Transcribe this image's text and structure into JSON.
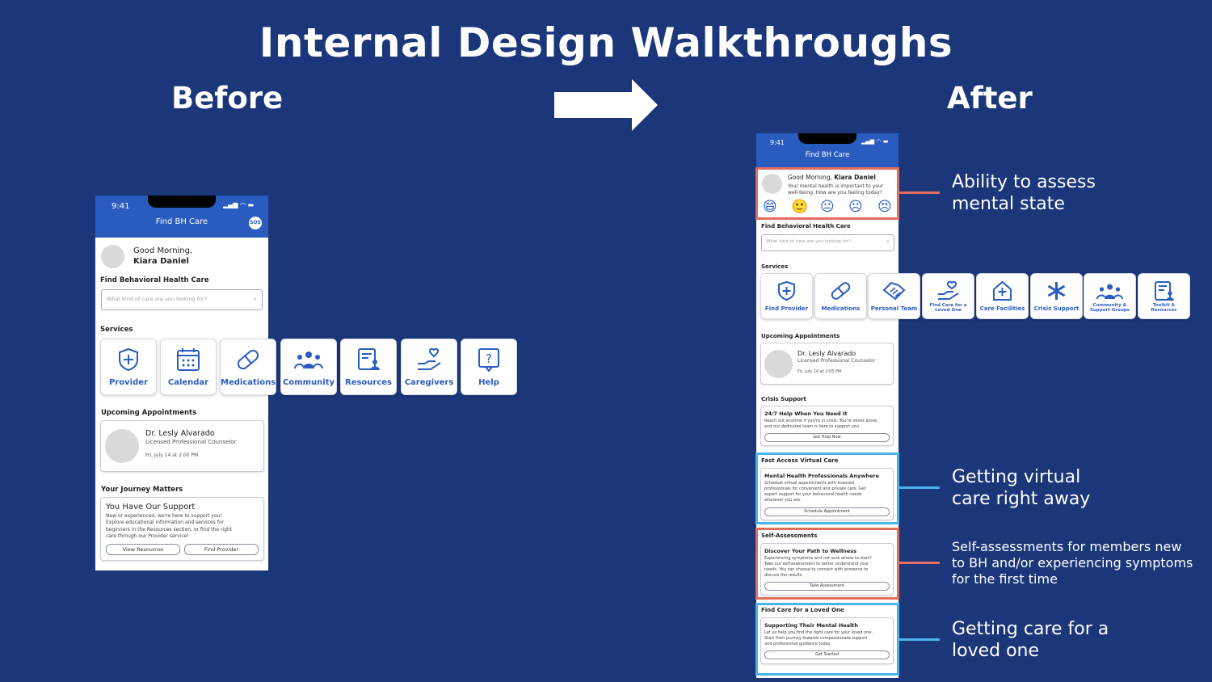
{
  "slide": {
    "title": "Internal Design Walkthroughs",
    "before_label": "Before",
    "after_label": "After"
  },
  "before": {
    "time": "9:41",
    "app_title": "Find BH Care",
    "sos": "SOS",
    "greeting": "Good Morning,",
    "user_name": "Kiara Daniel",
    "find_label": "Find Behavioral Health Care",
    "search_placeholder": "What kind of care are you looking for?",
    "services_label": "Services",
    "services": [
      {
        "label": "Provider",
        "icon": "shield-plus-icon"
      },
      {
        "label": "Calendar",
        "icon": "calendar-icon"
      },
      {
        "label": "Medications",
        "icon": "pill-icon"
      },
      {
        "label": "Community",
        "icon": "people-group-icon"
      },
      {
        "label": "Resources",
        "icon": "document-person-icon"
      },
      {
        "label": "Caregivers",
        "icon": "hand-heart-icon"
      },
      {
        "label": "Help",
        "icon": "help-icon"
      }
    ],
    "appointments_label": "Upcoming Appointments",
    "appointment": {
      "name": "Dr. Lesly Alvarado",
      "role": "Licensed Professional Counselor",
      "time": "Fri, July 14 at 2:00 PM"
    },
    "journey_label": "Your Journey Matters",
    "journey_card": {
      "title": "You Have Our Support",
      "body": [
        "New or experienced, we're here to support you!",
        "Explore educational information and services for",
        "beginners in the Resources section, or find the right",
        "care through our Provider service!"
      ],
      "btn1": "View Resources",
      "btn2": "Find Provider"
    }
  },
  "after": {
    "time": "9:41",
    "app_title": "Find BH Care",
    "greeting": "Good Morning, ",
    "user_name": "Kiara Daniel",
    "mood_prompt": [
      "Your mental health is important to your",
      "well-being. How are you feeling today?"
    ],
    "mood_faces": [
      "😄",
      "🙂",
      "😐",
      "☹",
      "😣"
    ],
    "find_label": "Find Behavioral Health Care",
    "search_placeholder": "What kind of care are you looking for?",
    "services_label": "Services",
    "services": [
      {
        "label": "Find Provider",
        "icon": "shield-plus-icon"
      },
      {
        "label": "Medications",
        "icon": "pill-icon"
      },
      {
        "label": "Personal Team",
        "icon": "handshake-icon"
      },
      {
        "label": "Find Care for a Loved One",
        "icon": "hand-heart-icon"
      },
      {
        "label": "Care Facilities",
        "icon": "house-plus-icon"
      },
      {
        "label": "Crisis Support",
        "icon": "asterisk-icon"
      },
      {
        "label": "Community & Support Groups",
        "icon": "people-group-icon"
      },
      {
        "label": "Toolkit & Resources",
        "icon": "document-person-icon"
      }
    ],
    "appointments_label": "Upcoming Appointments",
    "appointment": {
      "name": "Dr. Lesly Alvarado",
      "role": "Licensed Professional Counselor",
      "time": "Fri, July 14 at 2:00 PM"
    },
    "crisis_label": "Crisis Support",
    "crisis_card": {
      "title": "24/7 Help When You Need It",
      "body": [
        "Reach out anytime if you're in crisis. You're never alone,",
        "and our dedicated team is here to support you."
      ],
      "btn": "Get Help Now"
    },
    "virtual_label": "Fast Access Virtual Care",
    "virtual_card": {
      "title": "Mental Health Professionals Anywhere",
      "body": [
        "Schedule virtual appointments with licensed",
        "professionals for convenient and private care. Get",
        "expert support for your behavioral health needs",
        "wherever you are."
      ],
      "btn": "Schedule Appointment"
    },
    "self_label": "Self-Assessments",
    "self_card": {
      "title": "Discover Your Path to Wellness",
      "body": [
        "Experiencing symptoms and not sure where to start?",
        "Take our self-assessment to better understand your",
        "needs. You can choose to connect with someone to",
        "discuss the results."
      ],
      "btn": "Take Assessment"
    },
    "loved_label": "Find Care for a Loved One",
    "loved_card": {
      "title": "Supporting Their Mental Health",
      "body": [
        "Let us help you find the right care for your loved one.",
        "Start their journey towards compassionate support",
        "and professional guidance today."
      ],
      "btn": "Get Started"
    }
  },
  "annotations": {
    "a1": [
      "Ability to assess",
      "mental state"
    ],
    "a2": [
      "Getting virtual",
      "care right away"
    ],
    "a3": [
      "Self-assessments for members new",
      "to BH and/or experiencing symptoms",
      "for the first time"
    ],
    "a4": [
      "Getting care for a",
      "loved one"
    ]
  },
  "colors": {
    "background": "#1b377a",
    "brand_blue": "#2a5cc0",
    "highlight_red": "#e36d5e",
    "highlight_blue": "#4ab3e8"
  }
}
